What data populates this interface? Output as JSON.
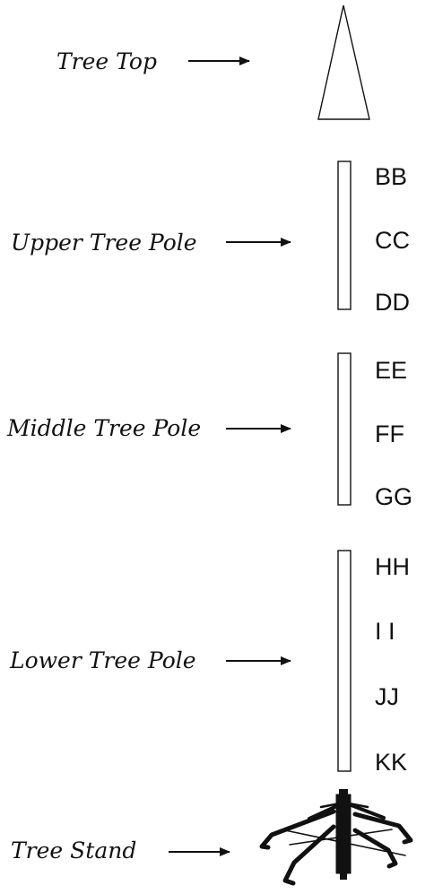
{
  "parts": [
    {
      "key": "top",
      "label": "Tree Top",
      "codes": []
    },
    {
      "key": "upper",
      "label": "Upper Tree Pole",
      "codes": [
        "BB",
        "CC",
        "DD"
      ]
    },
    {
      "key": "middle",
      "label": "Middle Tree Pole",
      "codes": [
        "EE",
        "FF",
        "GG"
      ]
    },
    {
      "key": "lower",
      "label": "Lower Tree Pole",
      "codes": [
        "HH",
        "I I",
        "JJ",
        "KK"
      ]
    },
    {
      "key": "stand",
      "label": "Tree Stand",
      "codes": []
    }
  ],
  "icons": {
    "top": "cone-icon",
    "pole": "pole-icon",
    "stand": "tree-stand-icon",
    "arrow": "arrow-right-icon"
  },
  "colors": {
    "line": "#111111",
    "fill": "#ffffff"
  }
}
